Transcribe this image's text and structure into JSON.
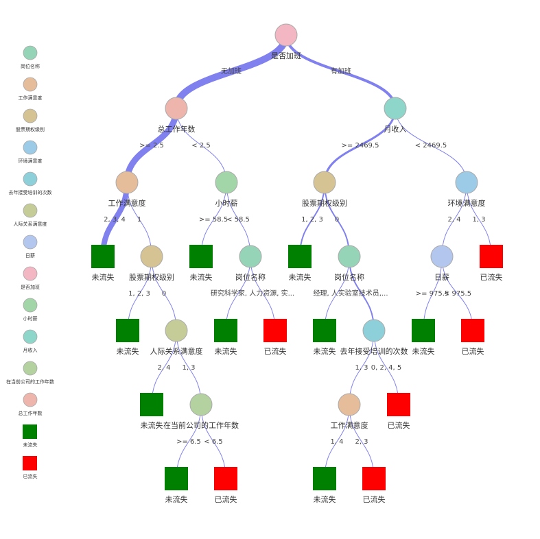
{
  "legend": [
    {
      "label": "岗位名称",
      "color": "#96d4b8",
      "shape": "circle"
    },
    {
      "label": "工作满意度",
      "color": "#e6bd9b",
      "shape": "circle"
    },
    {
      "label": "股票期权级别",
      "color": "#d6c394",
      "shape": "circle"
    },
    {
      "label": "环境满意度",
      "color": "#9bcbe6",
      "shape": "circle"
    },
    {
      "label": "去年接受培训的次数",
      "color": "#8ed0da",
      "shape": "circle"
    },
    {
      "label": "人际关系满意度",
      "color": "#c6cc98",
      "shape": "circle"
    },
    {
      "label": "日薪",
      "color": "#b3c6ee",
      "shape": "circle"
    },
    {
      "label": "是否加班",
      "color": "#f2b7c2",
      "shape": "circle"
    },
    {
      "label": "小时薪",
      "color": "#a2d6a8",
      "shape": "circle"
    },
    {
      "label": "月收入",
      "color": "#8dd6c9",
      "shape": "circle"
    },
    {
      "label": "在当前公司的工作年数",
      "color": "#b3d29f",
      "shape": "circle"
    },
    {
      "label": "总工作年数",
      "color": "#edb5ac",
      "shape": "circle"
    },
    {
      "label": "未流失",
      "color": "#008000",
      "shape": "square"
    },
    {
      "label": "已流失",
      "color": "#ff0000",
      "shape": "square"
    }
  ],
  "colors": {
    "edge": "#8080ee",
    "stay": "#008000",
    "leave": "#ff0000"
  },
  "nodes": [
    {
      "id": "root",
      "label": "是否加班",
      "feature": "是否加班"
    },
    {
      "id": "n_total",
      "label": "总工作年数",
      "feature": "总工作年数"
    },
    {
      "id": "n_income",
      "label": "月收入",
      "feature": "月收入"
    },
    {
      "id": "n_js1",
      "label": "工作满意度",
      "feature": "工作满意度"
    },
    {
      "id": "n_hourly",
      "label": "小时薪",
      "feature": "小时薪"
    },
    {
      "id": "n_stock1",
      "label": "股票期权级别",
      "feature": "股票期权级别"
    },
    {
      "id": "n_env",
      "label": "环境满意度",
      "feature": "环境满意度"
    },
    {
      "id": "l1",
      "label": "未流失",
      "leaf": "stay"
    },
    {
      "id": "n_stock2",
      "label": "股票期权级别",
      "feature": "股票期权级别"
    },
    {
      "id": "l2",
      "label": "未流失",
      "leaf": "stay"
    },
    {
      "id": "n_role1",
      "label": "岗位名称",
      "feature": "岗位名称"
    },
    {
      "id": "l3",
      "label": "未流失",
      "leaf": "stay"
    },
    {
      "id": "n_role2",
      "label": "岗位名称",
      "feature": "岗位名称"
    },
    {
      "id": "n_daily",
      "label": "日薪",
      "feature": "日薪"
    },
    {
      "id": "l4",
      "label": "已流失",
      "leaf": "leave"
    },
    {
      "id": "l5",
      "label": "未流失",
      "leaf": "stay"
    },
    {
      "id": "n_rel",
      "label": "人际关系满意度",
      "feature": "人际关系满意度"
    },
    {
      "id": "l6",
      "label": "未流失",
      "leaf": "stay"
    },
    {
      "id": "l7",
      "label": "已流失",
      "leaf": "leave"
    },
    {
      "id": "l8",
      "label": "未流失",
      "leaf": "stay"
    },
    {
      "id": "n_train",
      "label": "去年接受培训的次数",
      "feature": "去年接受培训的次数"
    },
    {
      "id": "l9",
      "label": "未流失",
      "leaf": "stay"
    },
    {
      "id": "l10",
      "label": "已流失",
      "leaf": "leave"
    },
    {
      "id": "l11",
      "label": "未流失",
      "leaf": "stay"
    },
    {
      "id": "n_years",
      "label": "在当前公司的工作年数",
      "feature": "在当前公司的工作年数"
    },
    {
      "id": "n_js2",
      "label": "工作满意度",
      "feature": "工作满意度"
    },
    {
      "id": "l12",
      "label": "已流失",
      "leaf": "leave"
    },
    {
      "id": "l13",
      "label": "未流失",
      "leaf": "stay"
    },
    {
      "id": "l14",
      "label": "已流失",
      "leaf": "leave"
    },
    {
      "id": "l15",
      "label": "未流失",
      "leaf": "stay"
    },
    {
      "id": "l16",
      "label": "已流失",
      "leaf": "leave"
    }
  ],
  "edges": [
    {
      "from": "root",
      "to": "n_total",
      "label": "无加班",
      "weight": 10
    },
    {
      "from": "root",
      "to": "n_income",
      "label": "有加班",
      "weight": 4
    },
    {
      "from": "n_total",
      "to": "n_js1",
      "label": ">= 2.5",
      "weight": 9
    },
    {
      "from": "n_total",
      "to": "n_hourly",
      "label": "< 2.5",
      "weight": 1
    },
    {
      "from": "n_income",
      "to": "n_stock1",
      "label": ">= 2469.5",
      "weight": 3
    },
    {
      "from": "n_income",
      "to": "n_env",
      "label": "< 2469.5",
      "weight": 1
    },
    {
      "from": "n_js1",
      "to": "l1",
      "label": "2, 3, 4",
      "weight": 8
    },
    {
      "from": "n_js1",
      "to": "n_stock2",
      "label": "1",
      "weight": 1
    },
    {
      "from": "n_hourly",
      "to": "l2",
      "label": ">= 58.5",
      "weight": 1
    },
    {
      "from": "n_hourly",
      "to": "n_role1",
      "label": "< 58.5",
      "weight": 1
    },
    {
      "from": "n_stock1",
      "to": "l3",
      "label": "1, 2, 3",
      "weight": 2
    },
    {
      "from": "n_stock1",
      "to": "n_role2",
      "label": "0",
      "weight": 2
    },
    {
      "from": "n_env",
      "to": "n_daily",
      "label": "2, 4",
      "weight": 1
    },
    {
      "from": "n_env",
      "to": "l4",
      "label": "1, 3",
      "weight": 1
    },
    {
      "from": "n_stock2",
      "to": "l5",
      "label": "1, 2, 3",
      "weight": 1
    },
    {
      "from": "n_stock2",
      "to": "n_rel",
      "label": "0",
      "weight": 1
    },
    {
      "from": "n_role1",
      "to": "l6",
      "label": "研究科学家, 人力资源, 实...",
      "weight": 1
    },
    {
      "from": "n_role1",
      "to": "l7",
      "label": "",
      "weight": 1
    },
    {
      "from": "n_role2",
      "to": "l8",
      "label": "经理, 人实验室技术员,...",
      "weight": 1
    },
    {
      "from": "n_role2",
      "to": "n_train",
      "label": "",
      "weight": 2
    },
    {
      "from": "n_daily",
      "to": "l9",
      "label": ">= 975.5",
      "weight": 1
    },
    {
      "from": "n_daily",
      "to": "l10",
      "label": "< 975.5",
      "weight": 1
    },
    {
      "from": "n_rel",
      "to": "l11",
      "label": "2, 4",
      "weight": 1
    },
    {
      "from": "n_rel",
      "to": "n_years",
      "label": "1, 3",
      "weight": 1
    },
    {
      "from": "n_train",
      "to": "n_js2",
      "label": "1, 3",
      "weight": 1
    },
    {
      "from": "n_train",
      "to": "l12",
      "label": "0, 2, 4, 5",
      "weight": 1
    },
    {
      "from": "n_years",
      "to": "l13",
      "label": ">= 6.5",
      "weight": 1
    },
    {
      "from": "n_years",
      "to": "l14",
      "label": "< 6.5",
      "weight": 1
    },
    {
      "from": "n_js2",
      "to": "l15",
      "label": "1, 4",
      "weight": 1
    },
    {
      "from": "n_js2",
      "to": "l16",
      "label": "2, 3",
      "weight": 1
    }
  ]
}
